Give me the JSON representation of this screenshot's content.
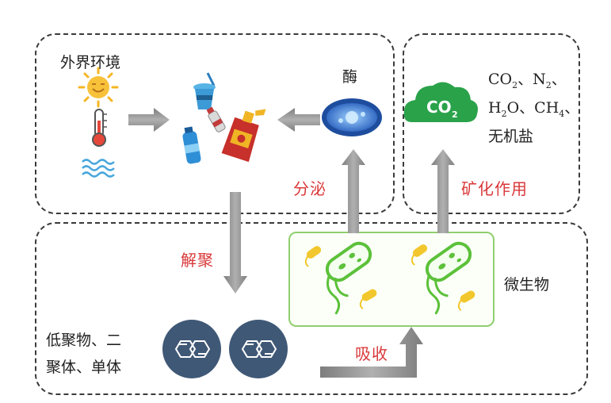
{
  "labels": {
    "external_environment": "外界环境",
    "enzyme": "酶",
    "secretion": "分泌",
    "mineralization": "矿化作用",
    "depolymerization": "解聚",
    "microorganism": "微生物",
    "absorption": "吸收",
    "products_line1": "低聚物、二",
    "products_line2": "聚体、单体",
    "minerals_line1": "CO",
    "minerals_line1_sub": "2",
    "minerals_line1_sep": "、N",
    "minerals_line1_sub2": "2",
    "minerals_line1_end": "、",
    "minerals_line2": "H",
    "minerals_line2_sub": "2",
    "minerals_line2_mid": "O、CH",
    "minerals_line2_sub2": "4",
    "minerals_line2_end": "、",
    "minerals_line3": "无机盐",
    "cloud_text": "CO",
    "cloud_sub": "2"
  },
  "colors": {
    "arrow": "#8c8c8c",
    "label_red": "#d9383a",
    "enzyme_blue": "#2f6fd0",
    "cloud_green": "#2aa24a",
    "microbe_green": "#5cc13a",
    "molecule_navy": "#3f5876",
    "sun_yellow": "#f5b623",
    "water_blue": "#4aa7dd"
  }
}
